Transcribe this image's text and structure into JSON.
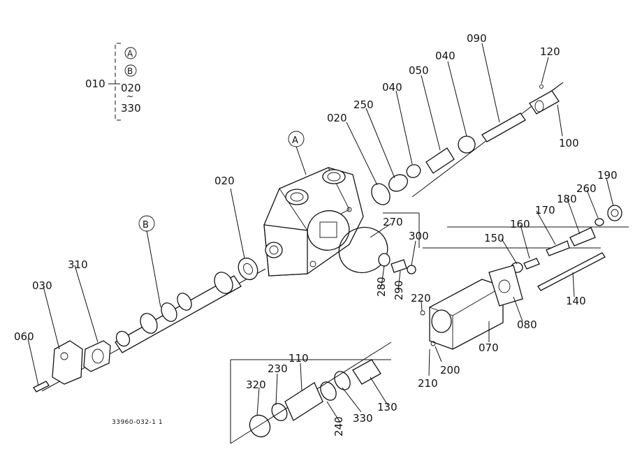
{
  "legend": {
    "root": "010",
    "refs": [
      "A",
      "B"
    ],
    "range_start": "020",
    "range_end": "330"
  },
  "callouts": {
    "A_main": "A",
    "B_main": "B",
    "p020_a": "020",
    "p020_b": "020",
    "p030": "030",
    "p040_a": "040",
    "p040_b": "040",
    "p050": "050",
    "p060": "060",
    "p070": "070",
    "p080": "080",
    "p090": "090",
    "p100": "100",
    "p110": "110",
    "p120": "120",
    "p130": "130",
    "p140": "140",
    "p150": "150",
    "p160": "160",
    "p170": "170",
    "p180": "180",
    "p190": "190",
    "p200": "200",
    "p210": "210",
    "p220": "220",
    "p230": "230",
    "p240": "240",
    "p250": "250",
    "p260": "260",
    "p270": "270",
    "p280": "280",
    "p290": "290",
    "p300": "300",
    "p310": "310",
    "p320": "320",
    "p330": "330"
  },
  "drawing_code": "33960-032-1 1"
}
